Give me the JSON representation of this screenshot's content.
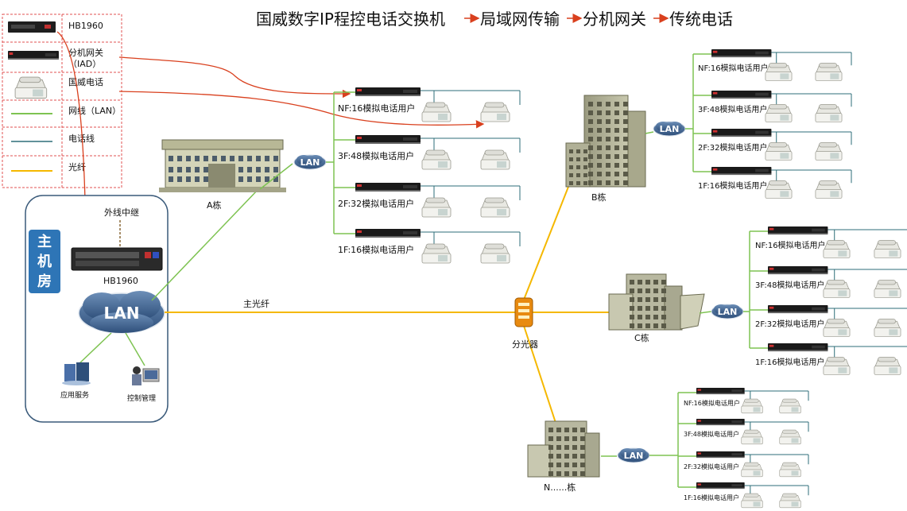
{
  "title": {
    "part1": "国威数字IP程控电话交换机",
    "part2": "局域网传输",
    "part3": "分机网关",
    "part4": "传统电话"
  },
  "legend": {
    "items": [
      "HB1960",
      "分机网关",
      "（IAD）",
      "国威电话",
      "网线（LAN）",
      "电话线",
      "光纤"
    ]
  },
  "main_room": {
    "title_chars": [
      "主",
      "机",
      "房"
    ],
    "trunk": "外线中继",
    "device": "HB1960",
    "lan": "LAN",
    "app_server": "应用服务",
    "control": "控制管理"
  },
  "fiber_label": "主光纤",
  "splitter_label": "分光器",
  "lan_label": "LAN",
  "colors": {
    "lan_line": "#7ec352",
    "phone_line": "#2d6e78",
    "fiber": "#f5b800",
    "arrow": "#d9401e",
    "legend_border": "#e05050",
    "room_border": "#3a5a7a",
    "room_title_bg": "#2e75b6"
  },
  "buildings": [
    {
      "name": "A栋",
      "floors": [
        "NF:16模拟电话用户",
        "3F:48模拟电话用户",
        "2F:32模拟电话用户",
        "1F:16模拟电话用户"
      ]
    },
    {
      "name": "B栋",
      "floors": [
        "NF:16模拟电话用户",
        "3F:48模拟电话用户",
        "2F:32模拟电话用户",
        "1F:16模拟电话用户"
      ]
    },
    {
      "name": "C栋",
      "floors": [
        "NF:16模拟电话用户",
        "3F:48模拟电话用户",
        "2F:32模拟电话用户",
        "1F:16模拟电话用户"
      ]
    },
    {
      "name": "N......栋",
      "floors": [
        "NF:16模拟电话用户",
        "3F:48模拟电话用户",
        "2F:32模拟电话用户",
        "1F:16模拟电话用户"
      ]
    }
  ]
}
